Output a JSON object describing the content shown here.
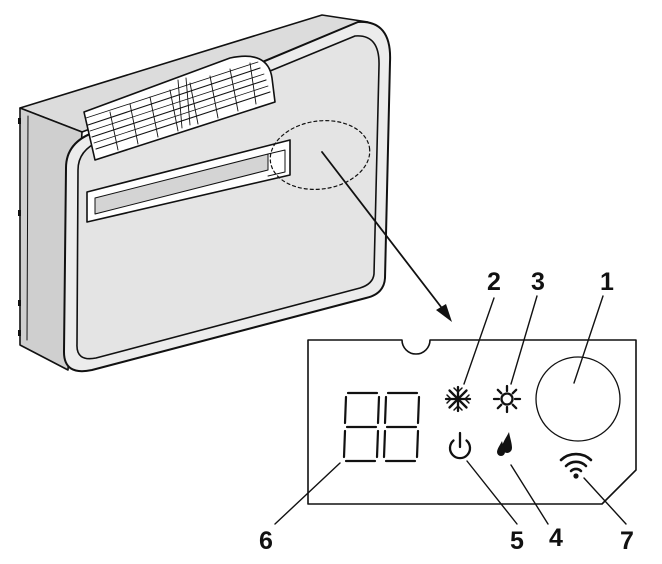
{
  "figure": {
    "seven_segment_display": "88",
    "callouts": [
      {
        "number": "1",
        "target": "control-knob"
      },
      {
        "number": "2",
        "target": "snowflake-icon"
      },
      {
        "number": "3",
        "target": "sun-icon"
      },
      {
        "number": "4",
        "target": "droplets-icon"
      },
      {
        "number": "5",
        "target": "power-icon"
      },
      {
        "number": "6",
        "target": "seven-segment-display"
      },
      {
        "number": "7",
        "target": "wifi-icon"
      }
    ],
    "icons": [
      "snowflake-icon",
      "sun-icon",
      "power-icon",
      "droplets-icon",
      "wifi-icon"
    ],
    "colors": {
      "line": "#111111",
      "unit_fill": "#ececec",
      "background": "#ffffff"
    }
  }
}
